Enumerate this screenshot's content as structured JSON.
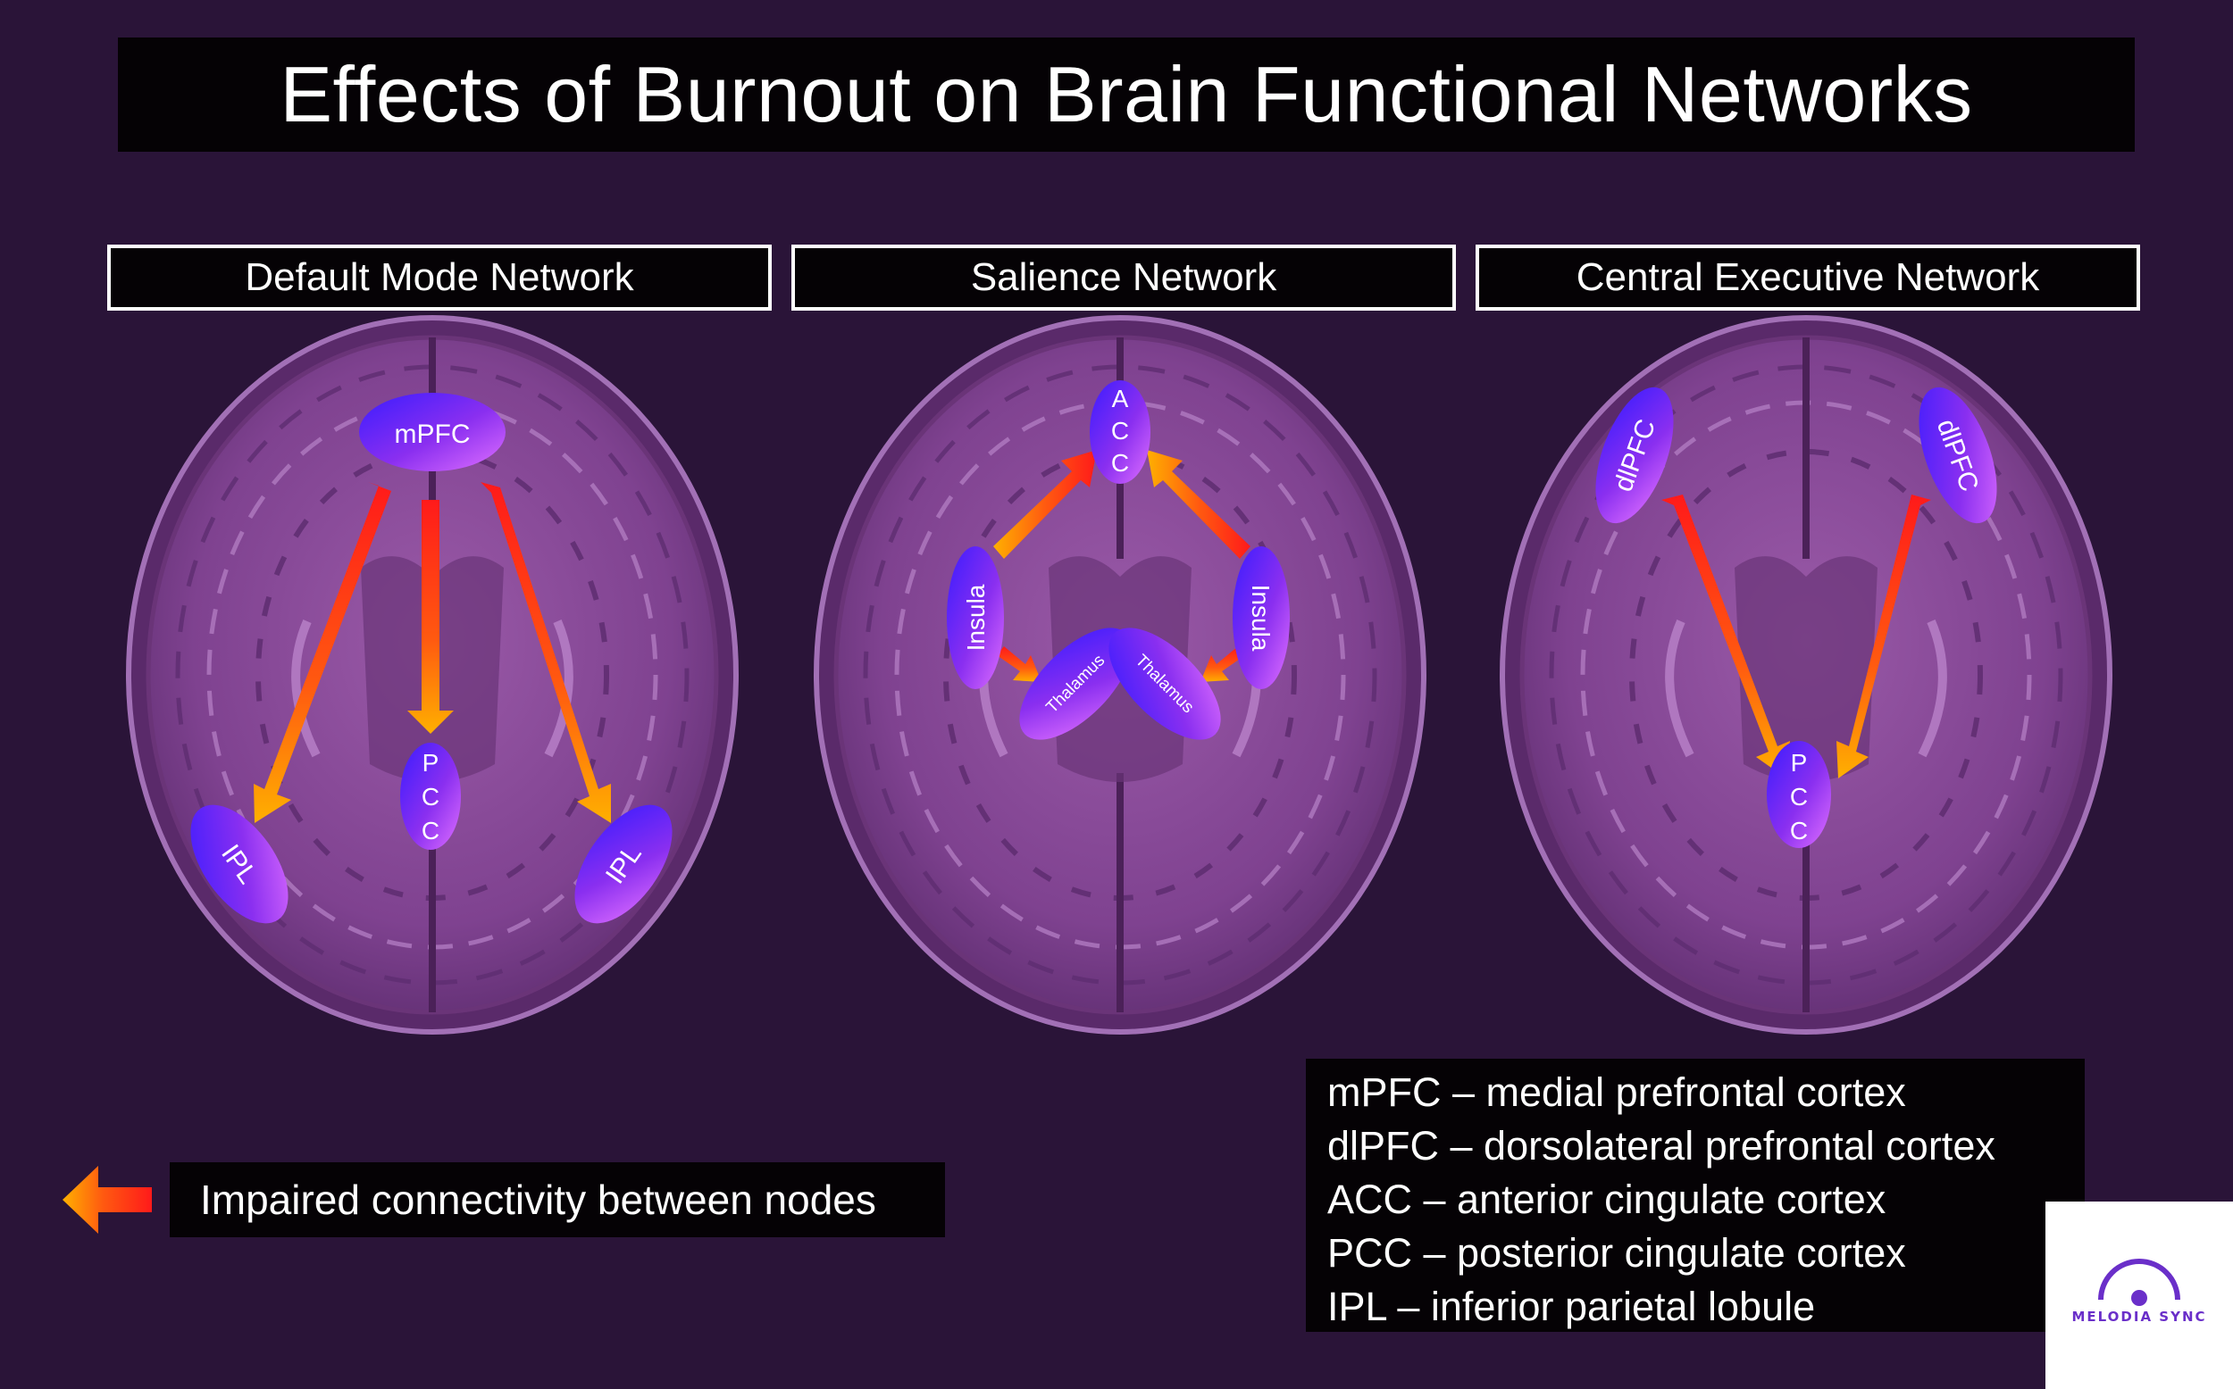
{
  "title": "Effects of Burnout on Brain Functional Networks",
  "networks": [
    {
      "name": "Default Mode Network"
    },
    {
      "name": "Salience Network"
    },
    {
      "name": "Central Executive Network"
    }
  ],
  "nodes": {
    "dmn": {
      "top": "mPFC",
      "left": "IPL",
      "right": "IPL",
      "center": [
        "P",
        "C",
        "C"
      ]
    },
    "sn": {
      "top": [
        "A",
        "C",
        "C"
      ],
      "left": "Insula",
      "right": "Insula",
      "thal_left": "Thalamus",
      "thal_right": "Thalamus"
    },
    "cen": {
      "left": "dlPFC",
      "right": "dlPFC",
      "center": [
        "P",
        "C",
        "C"
      ]
    }
  },
  "legend": {
    "arrow_meaning": "Impaired connectivity between nodes"
  },
  "abbreviations": [
    "mPFC – medial prefrontal cortex",
    "dlPFC – dorsolateral prefrontal cortex",
    "ACC – anterior cingulate cortex",
    "PCC – posterior cingulate cortex",
    "IPL – inferior parietal lobule"
  ],
  "logo": {
    "text": "MELODIA SYNC"
  },
  "colors": {
    "background": "#2a1438",
    "brain": "#8e4d9c",
    "node": "#7a2cf0",
    "arrow_start": "#ff1a1a",
    "arrow_end": "#ffb000"
  }
}
